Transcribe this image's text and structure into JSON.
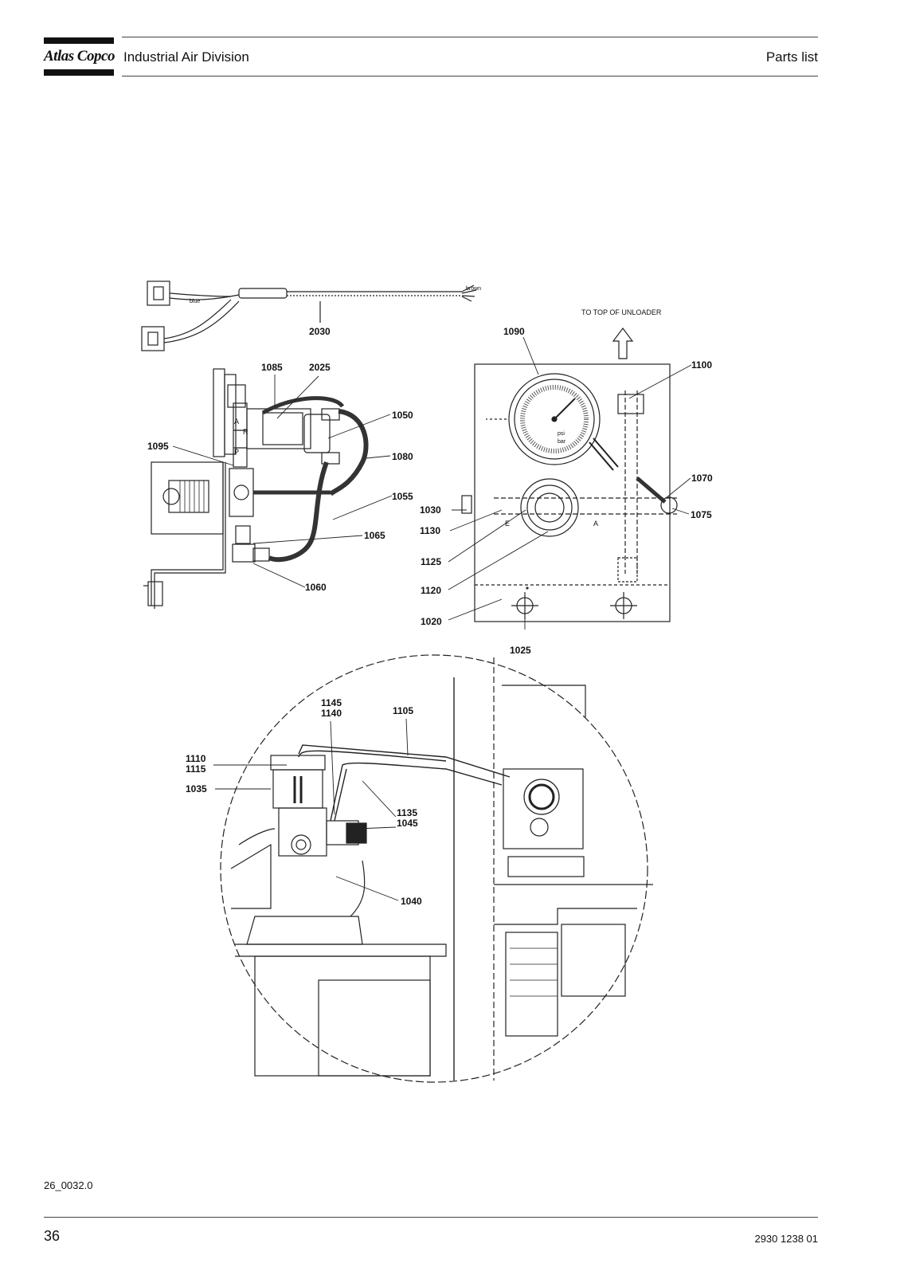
{
  "header": {
    "brand": "Atlas Copco",
    "division": "Industrial Air Division",
    "section": "Parts list"
  },
  "diagram": {
    "top_note": "TO TOP OF UNLOADER",
    "wire_tags": [
      "blue",
      "brown"
    ],
    "gauge_units": [
      "psi",
      "bar"
    ],
    "valve_ports": [
      "A",
      "R",
      "P",
      "E",
      "A"
    ],
    "part_labels": {
      "p2030": "2030",
      "p1090": "1090",
      "p1100": "1100",
      "p1085": "1085",
      "p2025": "2025",
      "p1050": "1050",
      "p1095": "1095",
      "p1080": "1080",
      "p1070": "1070",
      "p1055": "1055",
      "p1030": "1030",
      "p1075": "1075",
      "p1130": "1130",
      "p1065": "1065",
      "p1125": "1125",
      "p1060": "1060",
      "p1120": "1120",
      "p1020": "1020",
      "p1025": "1025",
      "p1145": "1145",
      "p1140": "1140",
      "p1105": "1105",
      "p1110": "1110",
      "p1115": "1115",
      "p1035": "1035",
      "p1135": "1135",
      "p1045": "1045",
      "p1040": "1040"
    }
  },
  "footer": {
    "drawing_ref": "26_0032.0",
    "page_number": "36",
    "doc_number": "2930 1238 01"
  }
}
